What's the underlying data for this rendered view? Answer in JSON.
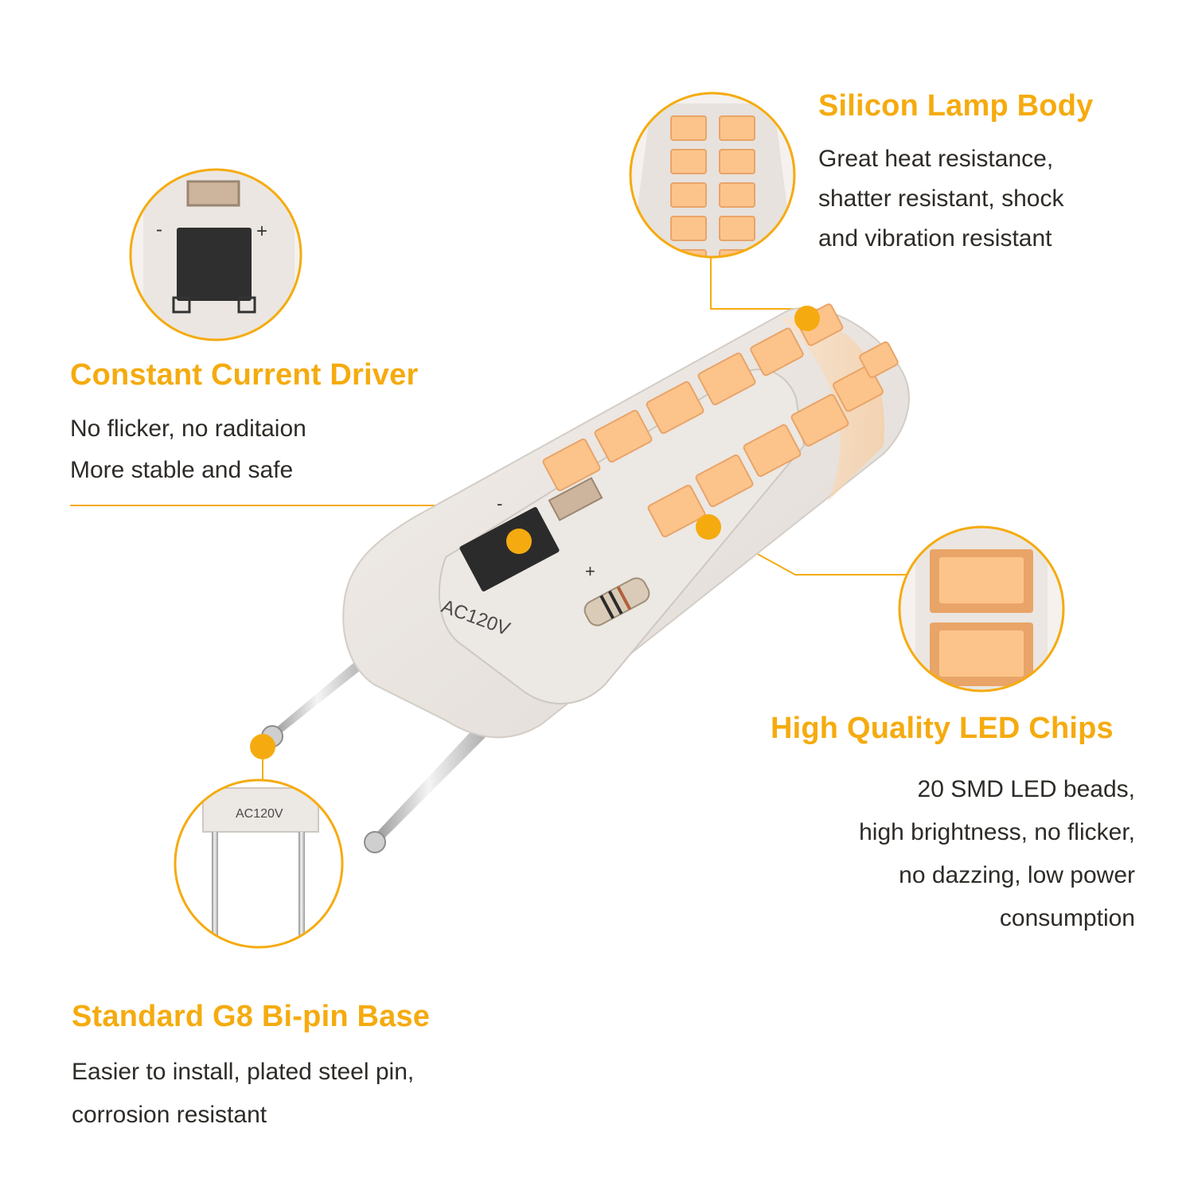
{
  "features": {
    "silicon": {
      "title": "Silicon Lamp Body",
      "lines": [
        "Great heat resistance,",
        "shatter resistant, shock",
        "and vibration resistant"
      ]
    },
    "driver": {
      "title": "Constant Current Driver",
      "lines": [
        "No flicker, no raditaion",
        "More stable and safe"
      ]
    },
    "chips": {
      "title": "High Quality LED Chips",
      "lines": [
        "20 SMD LED beads,",
        "high brightness, no flicker,",
        "no dazzing, low power",
        "consumption"
      ]
    },
    "base": {
      "title": "Standard G8 Bi-pin Base",
      "lines": [
        "Easier to install, plated steel pin,",
        "corrosion resistant"
      ]
    }
  },
  "product": {
    "voltage_label": "AC120V",
    "polarity_minus": "-",
    "polarity_plus": "+"
  },
  "colors": {
    "accent": "#f5ab0f",
    "led": "#fcc48a",
    "text": "#2e2b27"
  }
}
